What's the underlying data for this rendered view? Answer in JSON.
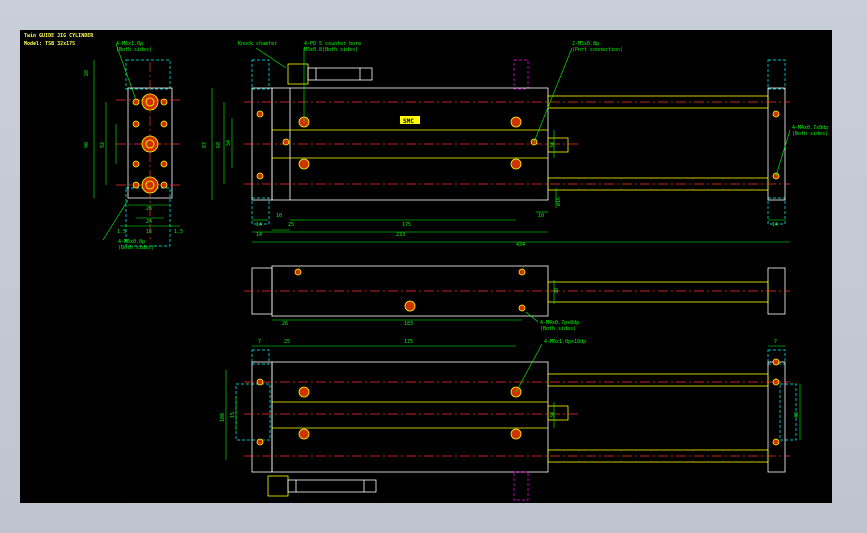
{
  "title": {
    "line1": "Twin GUIDE JIG CYLINDER",
    "line2": "Model: TSB 32x175"
  },
  "colors": {
    "background": "#000000",
    "outline": "#ffffff",
    "part": "#ffff00",
    "dimension": "#00ff00",
    "centerline": "#ff0000",
    "hidden": "#00ffff",
    "accent": "#ff00ff"
  },
  "callouts": {
    "c1": "4-M6x1.0p",
    "c1b": "(Both sides)",
    "c2": "Knock chamfer",
    "c3": "4-PD 5 counter bore",
    "c3b": "M5x0.8(Both sides)",
    "c4": "2-M5x0.8p",
    "c4b": "(Port connection)",
    "c5": "4-M4x0.7x8dp",
    "c5b": "(Both sides)",
    "c6": "4-M6x0.8p",
    "c6b": "(Both sides)",
    "c7": "4-M4x0.7px8dp",
    "c7b": "(Both sides)",
    "c8": "4-M6x1.0px10dp",
    "badge": "SMC"
  },
  "dims": {
    "d1": "28",
    "d2": "90",
    "d3": "52",
    "d4": "87",
    "d5": "68",
    "d6": "34",
    "d7": "26",
    "d8": "24",
    "d9": "8",
    "d10": "1.5",
    "d11": "1.5",
    "d12": "16",
    "d13": "14",
    "d14": "10",
    "d15": "25",
    "d16": "175",
    "d17": "10",
    "d18": "14",
    "d19": "233",
    "d20": "434",
    "d21": "34",
    "d22": "ø16",
    "d23": "14",
    "d24": "26",
    "d25": "183",
    "d26": "38",
    "d27": "7",
    "d28": "25",
    "d29": "175",
    "d30": "7",
    "d31": "34",
    "d32": "100",
    "d33": "15",
    "d34": "48",
    "d35": "48"
  }
}
